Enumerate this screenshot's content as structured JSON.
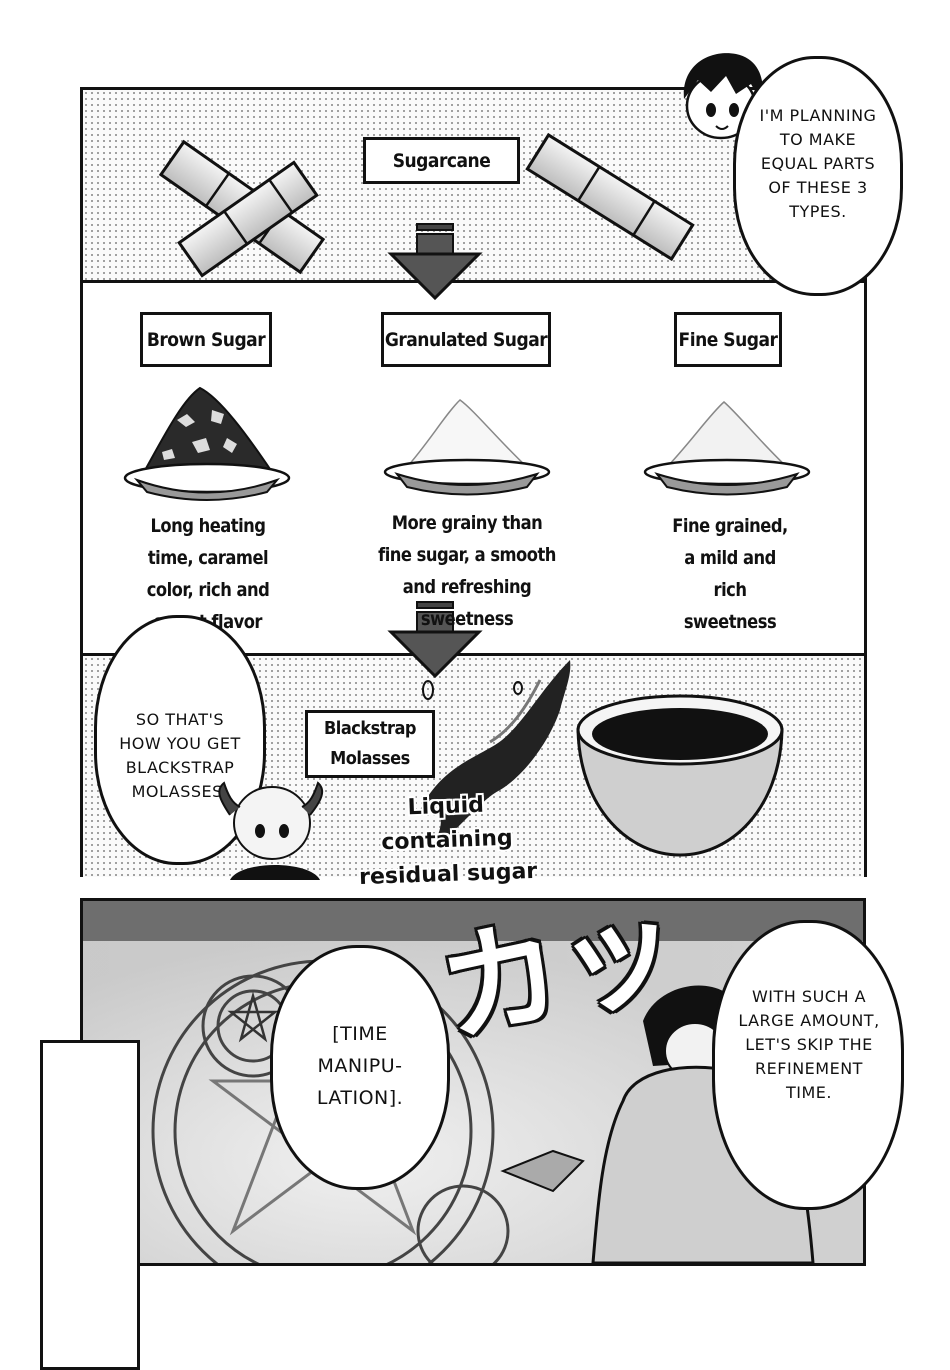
{
  "diagram": {
    "source": {
      "label": "Sugarcane"
    },
    "narrator_note": "I'm planning to make equal parts of these 3 types.",
    "types": [
      {
        "label": "Brown Sugar",
        "description": "Long heating time, caramel color, rich and sweet flavor"
      },
      {
        "label": "Granulated Sugar",
        "description": "More grainy than fine sugar, a smooth and refreshing sweetness"
      },
      {
        "label": "Fine Sugar",
        "description": "Fine grained, a mild and rich sweetness"
      }
    ],
    "byproduct": {
      "label": "Blackstrap Molasses",
      "caption": "Liquid containing residual sugar"
    },
    "observer_remark": "So that's how you get blackstrap molasses."
  },
  "scene": {
    "spell_bubble": "[Time Manipu-lation].",
    "hero_bubble": "With such a large amount, let's skip the refinement time.",
    "sfx": "カッ"
  }
}
